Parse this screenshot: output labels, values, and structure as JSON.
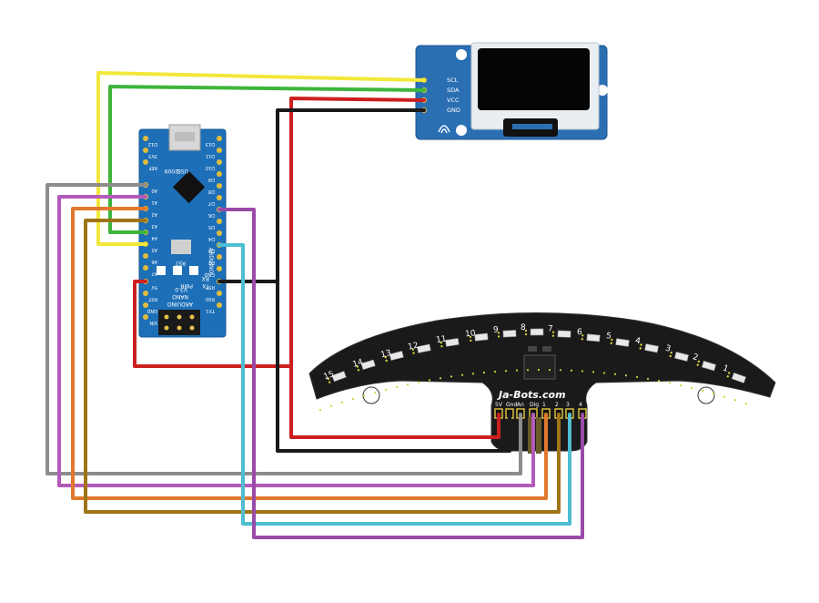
{
  "oled": {
    "pins": [
      "SCL",
      "SDA",
      "VCC",
      "GND"
    ]
  },
  "nano": {
    "label_top": "USB",
    "label_year": "2009",
    "board_name_line1": "ARDUINO",
    "board_name_line2": "NANO",
    "board_version": "V3.0",
    "rst_label": "RST",
    "pwr_label": "PWR",
    "tx_label": "TX",
    "rx_label": "RX",
    "left_pins": [
      "D12",
      "3V3",
      "REF",
      "A0",
      "A1",
      "A2",
      "A3",
      "A4",
      "A5",
      "A6",
      "A7",
      "5V",
      "RST",
      "GND",
      "VIN"
    ],
    "right_pins": [
      "D13",
      "D11",
      "D10",
      "D9",
      "D8",
      "D7",
      "D6",
      "D5",
      "D4",
      "D3",
      "D2",
      "GND",
      "RST",
      "RX0",
      "TX1"
    ]
  },
  "sensor_bar": {
    "brand": "Ja-Bots.com",
    "sensor_numbers": [
      "1",
      "2",
      "3",
      "4",
      "5",
      "6",
      "7",
      "8",
      "9",
      "10",
      "11",
      "12",
      "13",
      "14",
      "15"
    ],
    "header_labels": [
      "5V",
      "Gnd",
      "An",
      "Dig",
      "1",
      "2",
      "3",
      "4"
    ]
  },
  "wire_colors": {
    "yellow": "#f2e83a",
    "green": "#3db53b",
    "red": "#cc1f1f",
    "black": "#1a1a1a",
    "gray": "#8c8c8c",
    "magenta": "#b35bb8",
    "orange": "#e0782d",
    "brown": "#a07418",
    "cyan": "#4fbdd0",
    "purple": "#9a4aa8"
  }
}
